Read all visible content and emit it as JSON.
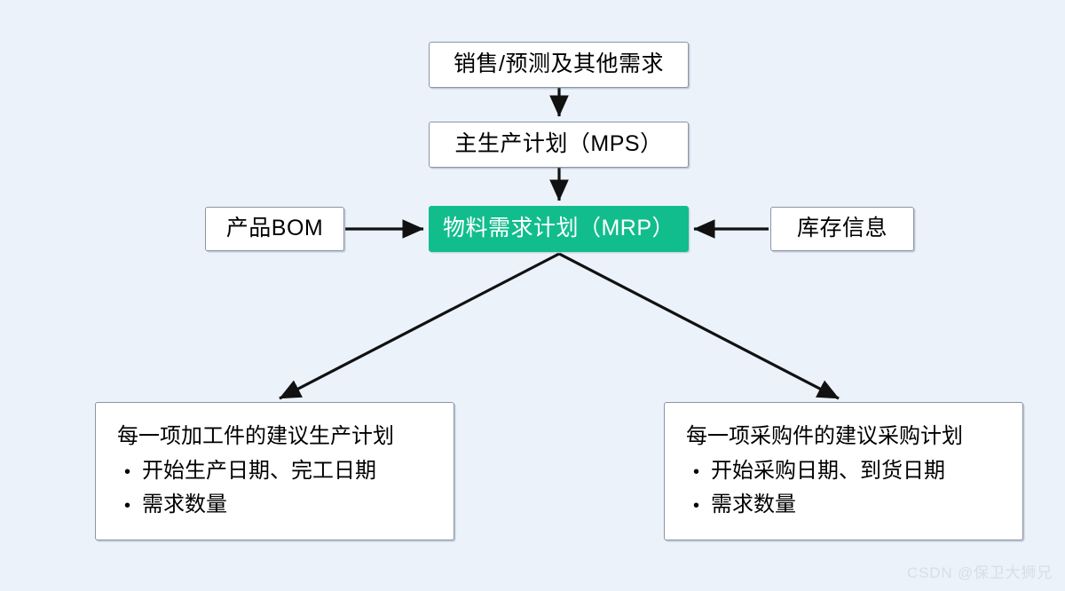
{
  "diagram": {
    "background_color": "#ebf2fa",
    "accent_color": "#12bd8d",
    "nodes": {
      "demand": {
        "label": "销售/预测及其他需求"
      },
      "mps": {
        "label": "主生产计划（MPS）"
      },
      "mrp": {
        "label": "物料需求计划（MRP）"
      },
      "bom": {
        "label": "产品BOM"
      },
      "inventory": {
        "label": "库存信息"
      },
      "output_left": {
        "heading": "每一项加工件的建议生产计划",
        "bullet_glyph": "•",
        "items": [
          "开始生产日期、完工日期",
          "需求数量"
        ]
      },
      "output_right": {
        "heading": "每一项采购件的建议采购计划",
        "bullet_glyph": "•",
        "items": [
          "开始采购日期、到货日期",
          "需求数量"
        ]
      }
    },
    "edges": [
      {
        "name": "demand-to-mps",
        "from": "demand",
        "to": "mps",
        "direction": "down"
      },
      {
        "name": "mps-to-mrp",
        "from": "mps",
        "to": "mrp",
        "direction": "down"
      },
      {
        "name": "bom-to-mrp",
        "from": "bom",
        "to": "mrp",
        "direction": "right"
      },
      {
        "name": "inventory-to-mrp",
        "from": "inventory",
        "to": "mrp",
        "direction": "left"
      },
      {
        "name": "mrp-to-output-left",
        "from": "mrp",
        "to": "output_left",
        "direction": "down-left"
      },
      {
        "name": "mrp-to-output-right",
        "from": "mrp",
        "to": "output_right",
        "direction": "down-right"
      }
    ]
  },
  "watermark": {
    "text": "CSDN @保卫大狮兄"
  }
}
